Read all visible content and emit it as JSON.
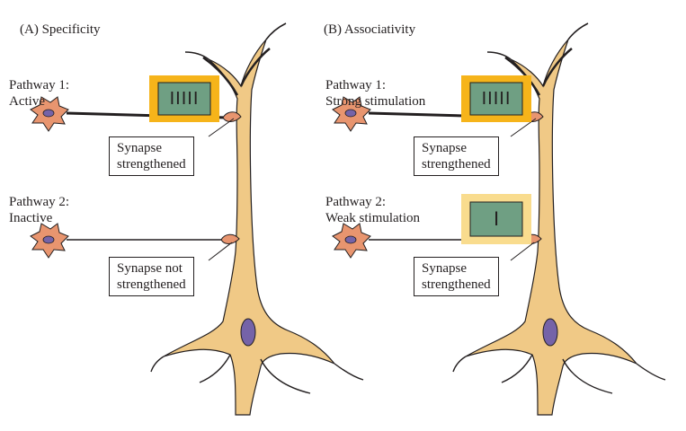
{
  "panels": [
    {
      "title": "(A)  Specificity",
      "pathway1": {
        "line1": "Pathway 1:",
        "line2": "Active",
        "stimulus_marks": "IIIII"
      },
      "callout1": {
        "line1": "Synapse",
        "line2": "strengthened"
      },
      "pathway2": {
        "line1": "Pathway 2:",
        "line2": "Inactive"
      },
      "callout2": {
        "line1": "Synapse not",
        "line2": "strengthened"
      }
    },
    {
      "title": "(B)  Associativity",
      "pathway1": {
        "line1": "Pathway 1:",
        "line2": "Strong stimulation",
        "stimulus_marks": "IIIII"
      },
      "callout1": {
        "line1": "Synapse",
        "line2": "strengthened"
      },
      "pathway2": {
        "line1": "Pathway 2:",
        "line2": "Weak stimulation",
        "stimulus_marks": "I"
      },
      "callout2": {
        "line1": "Synapse",
        "line2": "strengthened"
      }
    }
  ],
  "colors": {
    "neuron_fill": "#f0c986",
    "neuron_outline": "#231f20",
    "nucleus": "#7563a8",
    "presynaptic_cell": "#e8956f",
    "strong_stim_frame": "#f6b41a",
    "weak_stim_frame": "#f9dc8e",
    "stim_screen": "#6f9f83"
  }
}
